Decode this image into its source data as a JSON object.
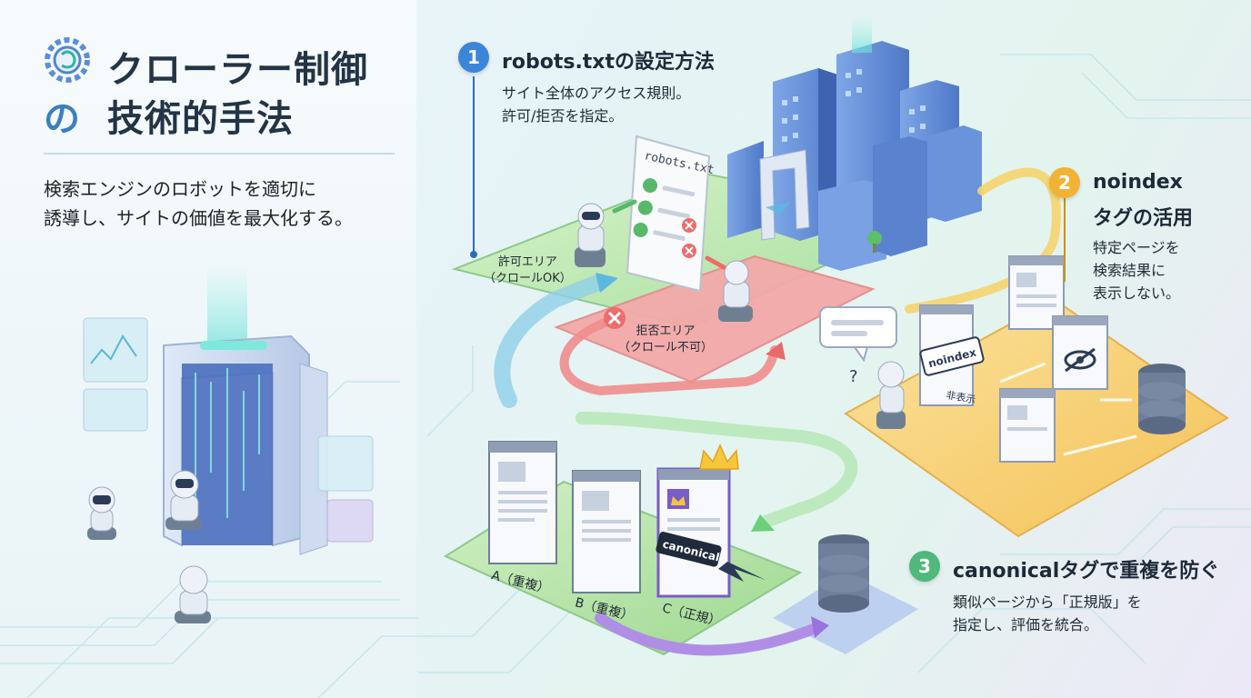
{
  "header": {
    "title_line1": "クローラー制御",
    "title_connector": "の",
    "title_line2": "技術的手法",
    "subtitle_line1": "検索エンジンのロボットを適切に",
    "subtitle_line2": "誘導し、サイトの価値を最大化する。"
  },
  "sections": [
    {
      "number": "1",
      "title": "robots.txtの設定方法",
      "desc_line1": "サイト全体のアクセス規則。",
      "desc_line2": "許可/拒否を指定。",
      "color": "#3a86d8"
    },
    {
      "number": "2",
      "title_line1": "noindex",
      "title_line2": "タグの活用",
      "desc_line1": "特定ページを",
      "desc_line2": "検索結果に",
      "desc_line3": "表示しない。",
      "color": "#f2b233"
    },
    {
      "number": "3",
      "title": "canonicalタグで重複を防ぐ",
      "desc_line1": "類似ページから「正規版」を",
      "desc_line2": "指定し、評価を統合。",
      "color": "#4fb87a"
    }
  ],
  "zones": {
    "allow_line1": "許可エリア",
    "allow_line2": "（クロールOK）",
    "deny_line1": "拒否エリア",
    "deny_line2": "（クロール不可）"
  },
  "doc": {
    "robots_label": "robots.txt"
  },
  "noindex_sign": {
    "label": "noindex",
    "sub": "非表示"
  },
  "canonical": {
    "page_a": "A（重複）",
    "page_b": "B（重複）",
    "page_c": "C（正規）",
    "label": "canonical"
  },
  "colors": {
    "green_platform": "#bfe8b5",
    "red_zone": "#f4a8a8",
    "orange_platform": "#f8d27a",
    "blue_accent": "#3a86d8",
    "title_text": "#233447"
  }
}
